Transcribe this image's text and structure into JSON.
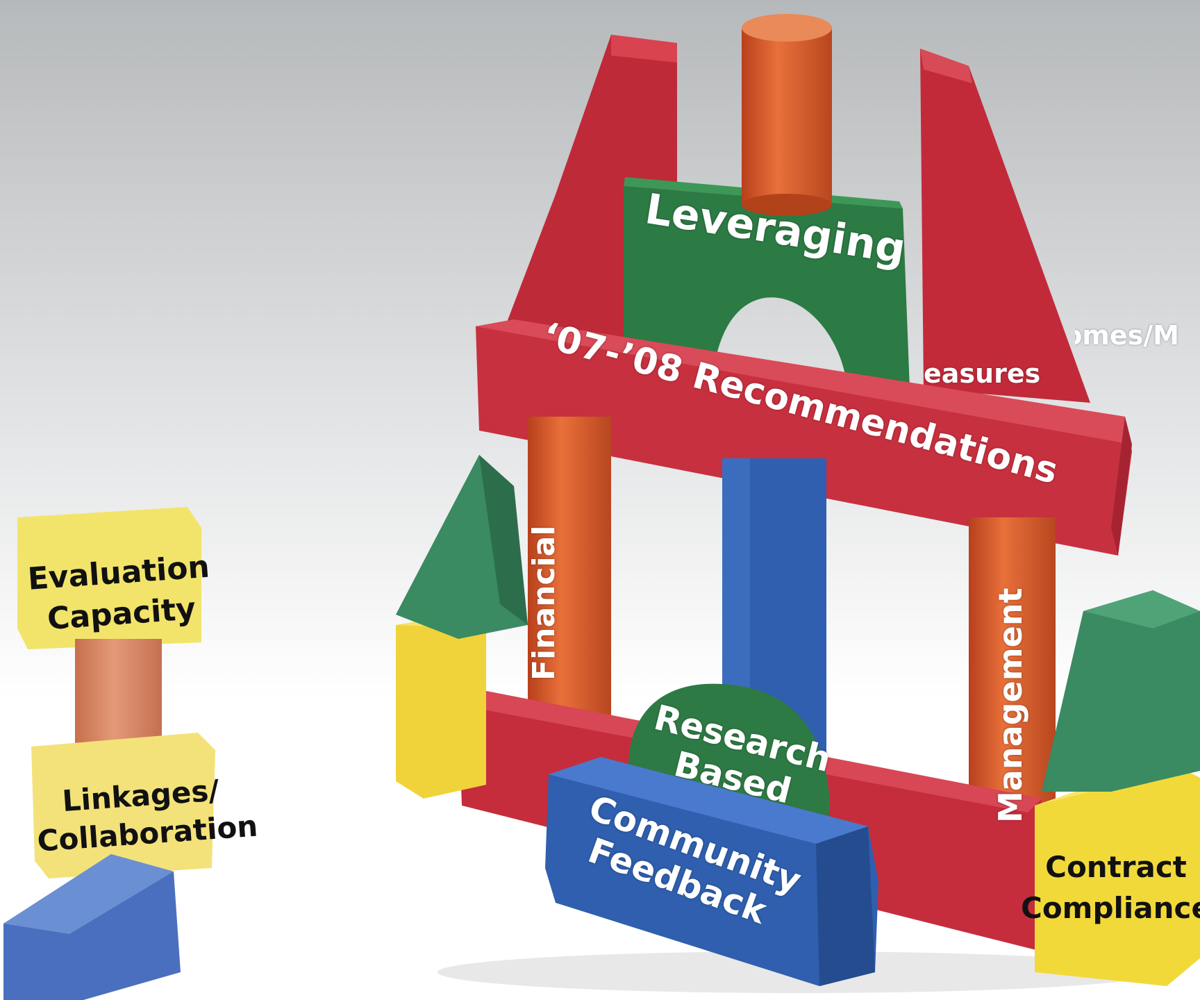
{
  "labels": {
    "leveraging": "Leveraging",
    "recommendations": "‘07-’08 Recommendations",
    "outcomes_line1": "Outcomes/M",
    "outcomes_line2": "easures",
    "financial": "Financial",
    "management": "Management",
    "research_line1": "Research",
    "research_line2": "Based",
    "community_line1": "Community",
    "community_line2": "Feedback",
    "contract_line1": "Contract",
    "contract_line2": "Compliance",
    "evaluation_line1": "Evaluation",
    "evaluation_line2": "Capacity",
    "linkages_line1": "Linkages/",
    "linkages_line2": "Collaboration"
  },
  "colors": {
    "red": "#c8283a",
    "orange": "#d9592a",
    "green": "#2e7a45",
    "blue": "#2f5fae",
    "yellow": "#f2d93a",
    "teal_green": "#3a8a62",
    "background_top": "#b9bcbe",
    "background_bottom": "#ffffff"
  }
}
